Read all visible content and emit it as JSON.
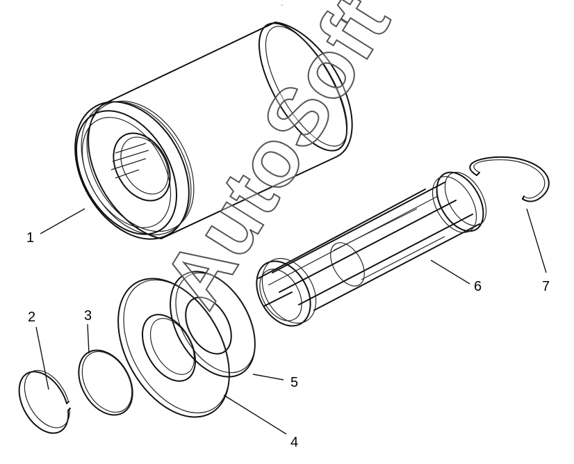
{
  "watermark": {
    "text": "AutoSoft"
  },
  "stray_mark": "-",
  "callouts": [
    {
      "id": "1",
      "label": "1"
    },
    {
      "id": "2",
      "label": "2"
    },
    {
      "id": "3",
      "label": "3"
    },
    {
      "id": "4",
      "label": "4"
    },
    {
      "id": "5",
      "label": "5"
    },
    {
      "id": "6",
      "label": "6"
    },
    {
      "id": "7",
      "label": "7"
    }
  ]
}
